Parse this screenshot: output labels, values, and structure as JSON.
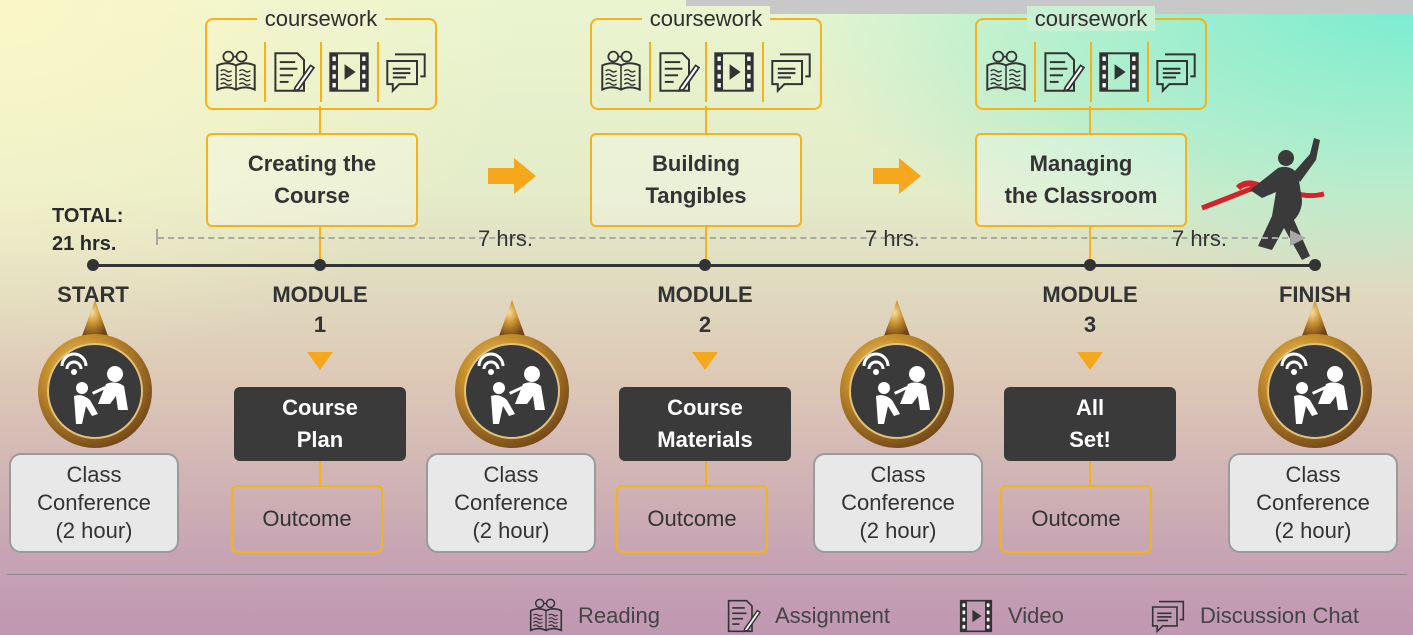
{
  "coursework_label": "coursework",
  "modules": [
    {
      "title": "Creating the Course",
      "title_lines": [
        "Creating the",
        "Course"
      ],
      "label": "MODULE",
      "number": "1",
      "deliverable_lines": [
        "Course",
        "Plan"
      ],
      "outcome": "Outcome"
    },
    {
      "title": "Building Tangibles",
      "title_lines": [
        "Building",
        "Tangibles"
      ],
      "label": "MODULE",
      "number": "2",
      "deliverable_lines": [
        "Course",
        "Materials"
      ],
      "outcome": "Outcome"
    },
    {
      "title": "Managing the Classroom",
      "title_lines": [
        "Managing",
        "the Classroom"
      ],
      "label": "MODULE",
      "number": "3",
      "deliverable_lines": [
        "All",
        "Set!"
      ],
      "outcome": "Outcome"
    }
  ],
  "timeline": {
    "total_label": "TOTAL:",
    "total_value": "21 hrs.",
    "segments": [
      "7 hrs.",
      "7 hrs.",
      "7 hrs."
    ],
    "start": "START",
    "finish": "FINISH"
  },
  "conference": {
    "line1": "Class",
    "line2": "Conference",
    "line3": "(2 hour)"
  },
  "legend": [
    {
      "icon": "reading-icon",
      "label": "Reading"
    },
    {
      "icon": "assignment-icon",
      "label": "Assignment"
    },
    {
      "icon": "video-icon",
      "label": "Video"
    },
    {
      "icon": "discussion-chat-icon",
      "label": "Discussion Chat"
    }
  ],
  "colors": {
    "accent": "#f6b21a",
    "arrow": "#f6a81c",
    "dark": "#3a3a3a",
    "line": "#333333",
    "medal_gold": "#c9912e"
  }
}
